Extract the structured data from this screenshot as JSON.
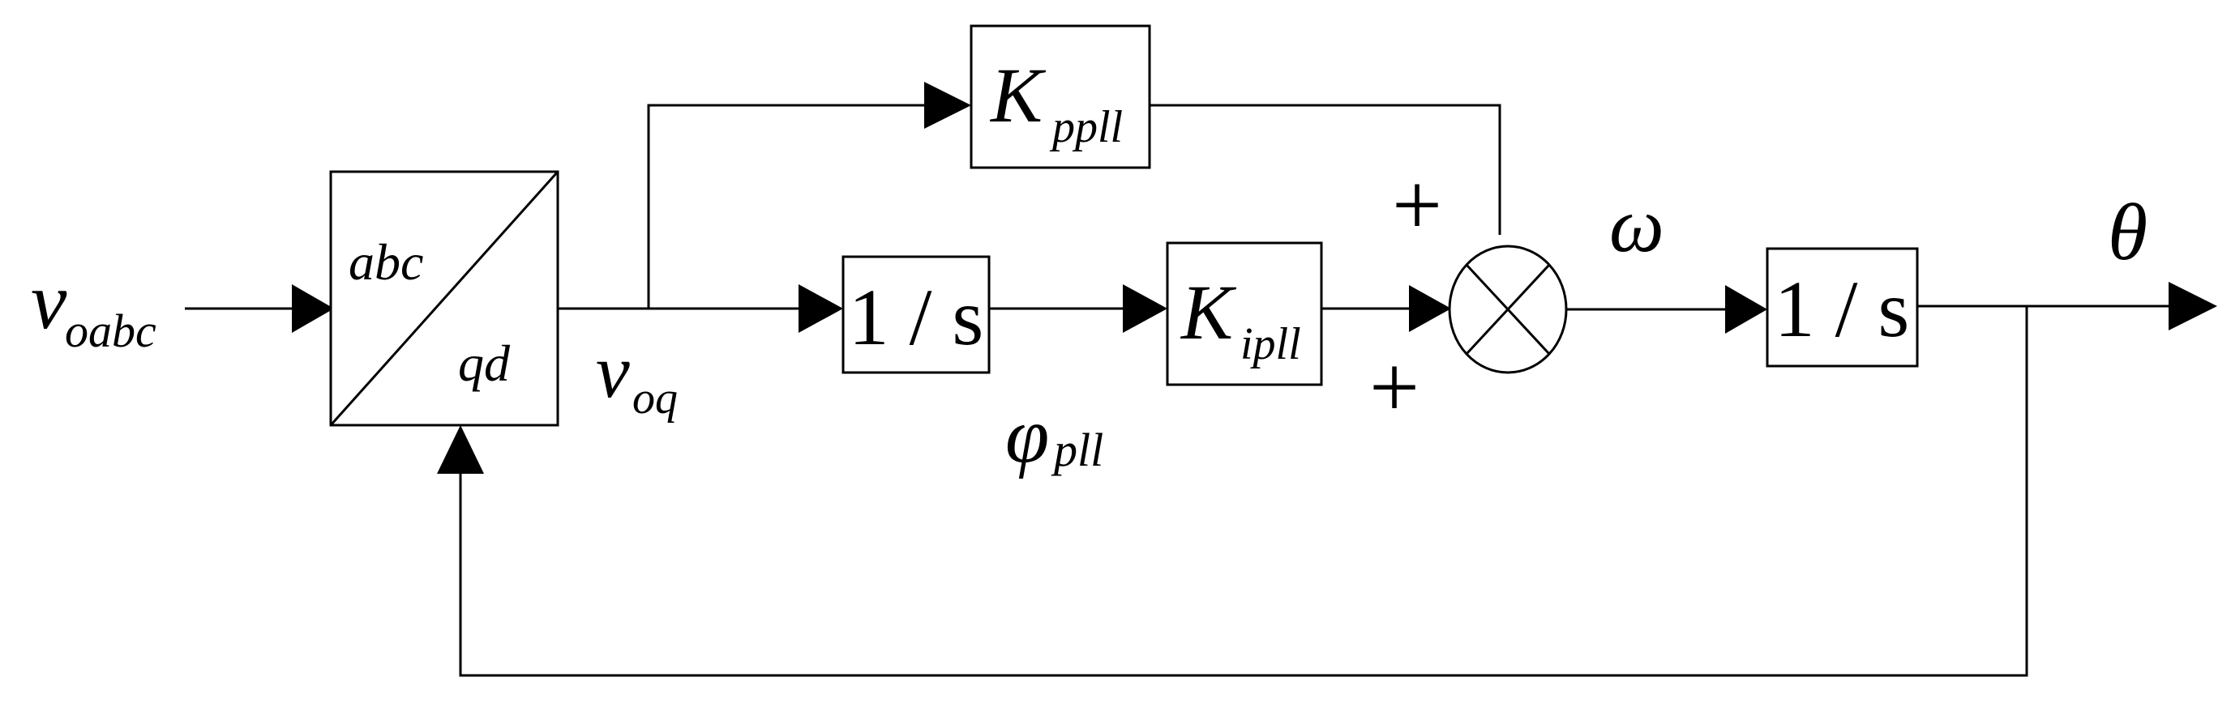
{
  "input": {
    "symbol": "v",
    "subscript": "oabc"
  },
  "transform_block": {
    "top_label": "abc",
    "bottom_label": "qd"
  },
  "vq_label": {
    "symbol": "v",
    "subscript": "oq"
  },
  "kp_block": {
    "symbol": "K",
    "subscript": "ppll"
  },
  "integrator_1": {
    "label": "1 / s"
  },
  "ki_block": {
    "symbol": "K",
    "subscript": "ipll"
  },
  "phi_label": {
    "symbol": "φ",
    "subscript": "pll"
  },
  "sum_junction": {
    "sign_top": "+",
    "sign_bottom": "+"
  },
  "omega_label": {
    "symbol": "ω"
  },
  "integrator_2": {
    "label": "1 / s"
  },
  "output": {
    "symbol": "θ"
  }
}
